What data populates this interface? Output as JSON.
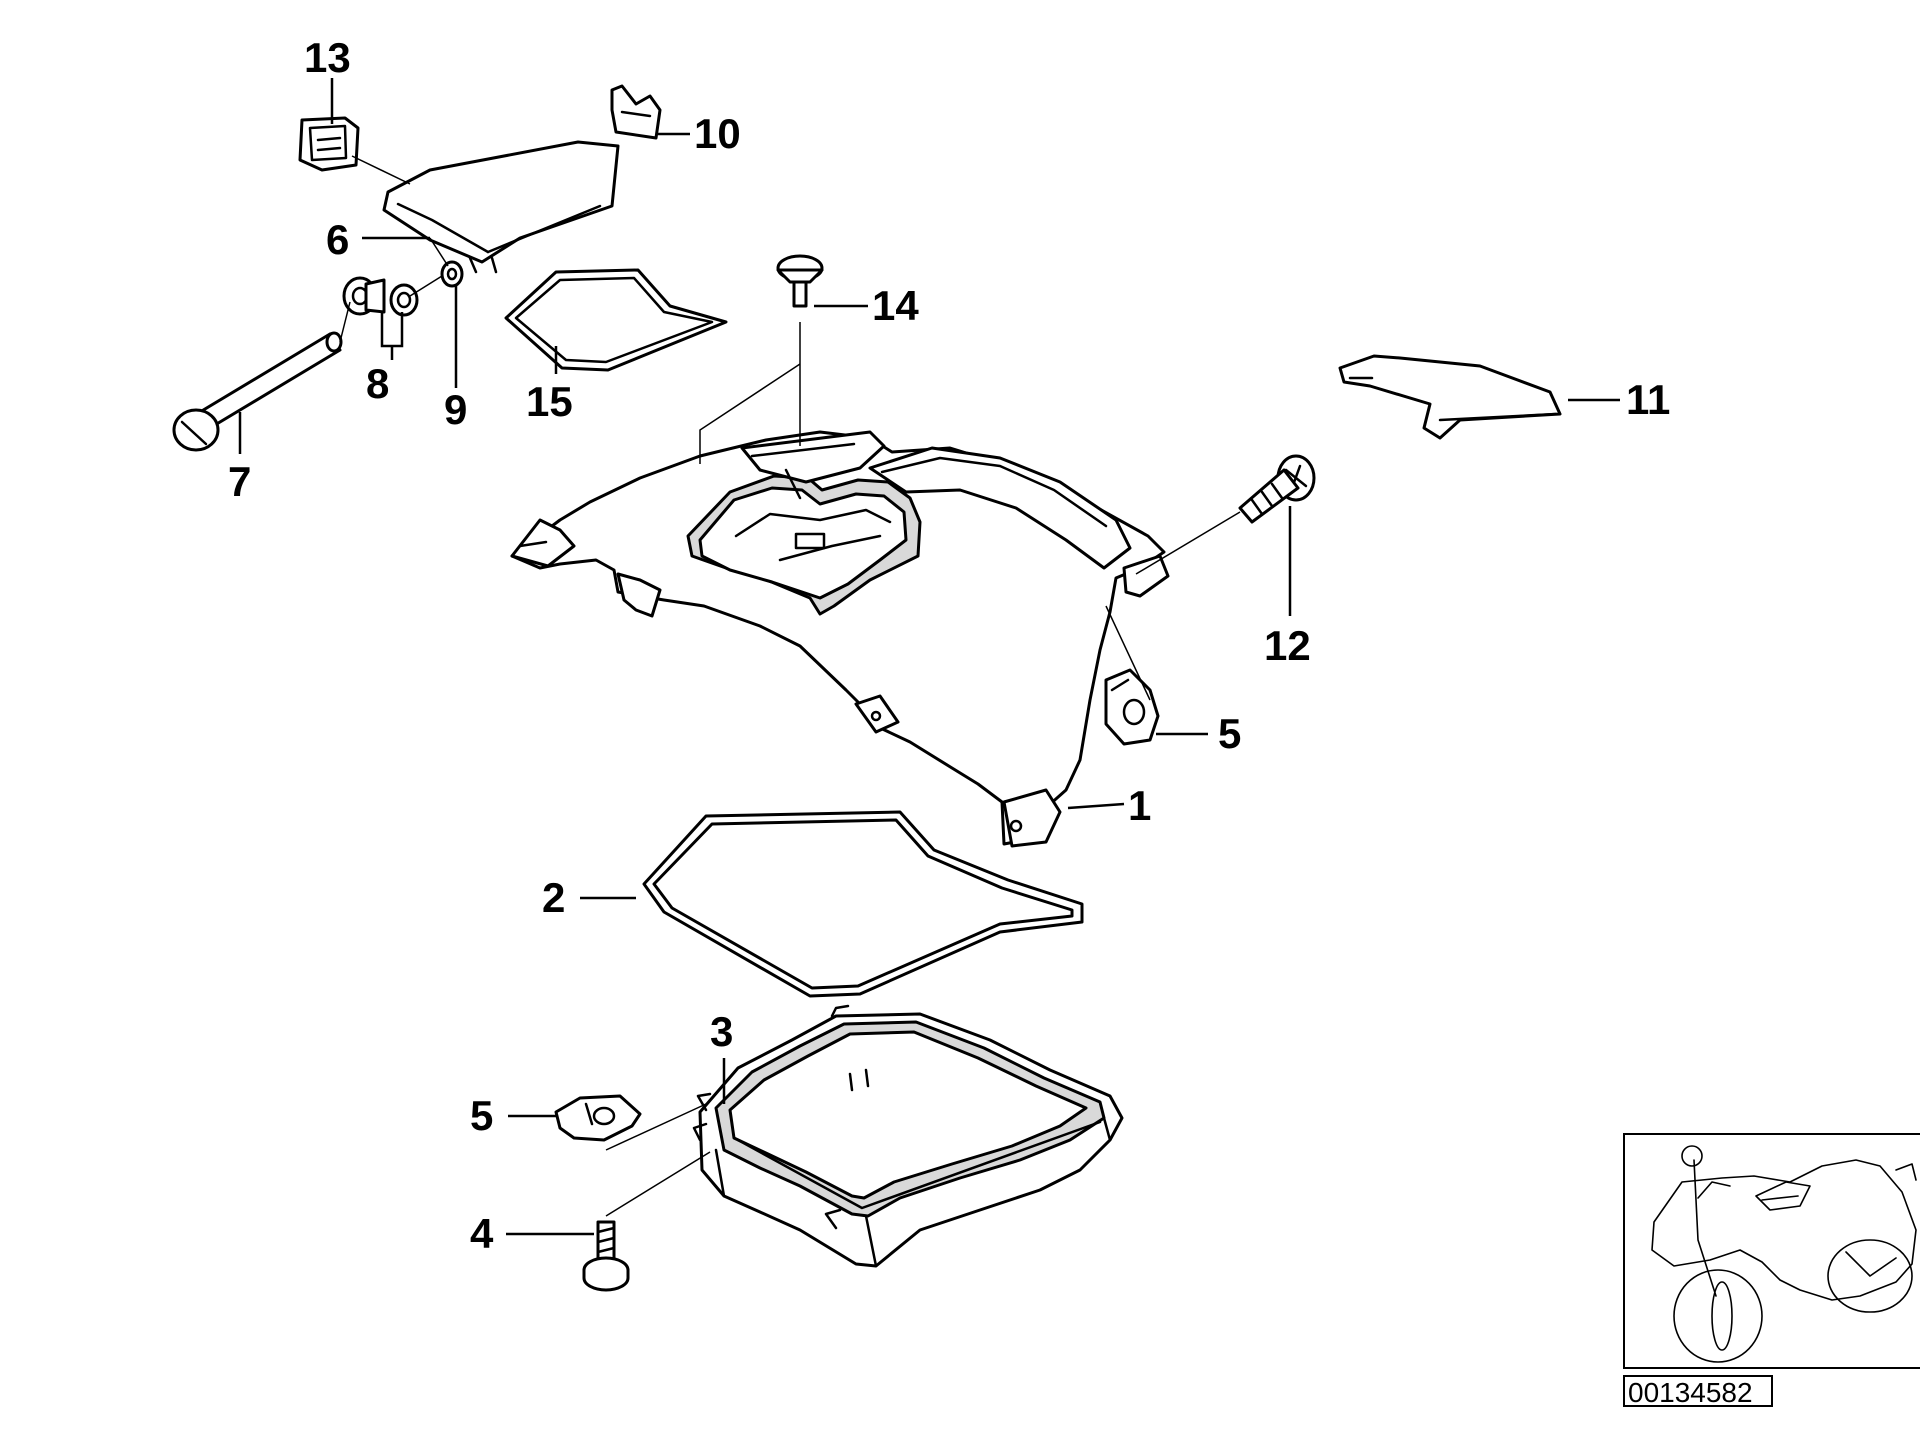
{
  "diagram": {
    "callouts": [
      {
        "id": "1",
        "label": "1"
      },
      {
        "id": "2",
        "label": "2"
      },
      {
        "id": "3",
        "label": "3"
      },
      {
        "id": "4",
        "label": "4"
      },
      {
        "id": "5a",
        "label": "5"
      },
      {
        "id": "5b",
        "label": "5"
      },
      {
        "id": "6",
        "label": "6"
      },
      {
        "id": "7",
        "label": "7"
      },
      {
        "id": "8",
        "label": "8"
      },
      {
        "id": "9",
        "label": "9"
      },
      {
        "id": "10",
        "label": "10"
      },
      {
        "id": "11",
        "label": "11"
      },
      {
        "id": "12",
        "label": "12"
      },
      {
        "id": "13",
        "label": "13"
      },
      {
        "id": "14",
        "label": "14"
      },
      {
        "id": "15",
        "label": "15"
      }
    ],
    "reference_number": "00134582",
    "colors": {
      "ink": "#000000",
      "background": "#ffffff",
      "shade": "#d9d9d9"
    }
  }
}
